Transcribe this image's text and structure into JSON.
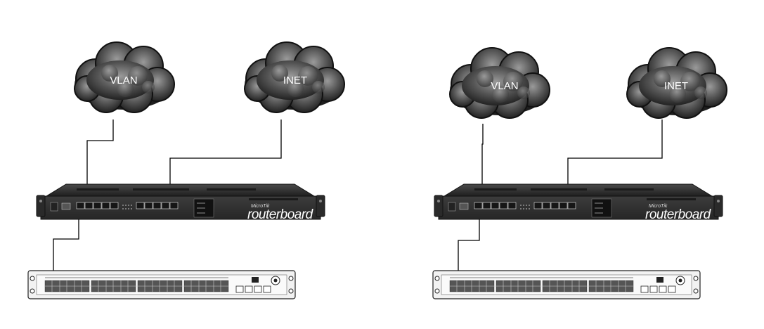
{
  "diagrams": [
    {
      "clouds": [
        {
          "label": "VLAN"
        },
        {
          "label": "INET"
        }
      ],
      "router": {
        "brand": "MicroTik",
        "model": "routerboard"
      }
    },
    {
      "clouds": [
        {
          "label": "VLAN"
        },
        {
          "label": "INET"
        }
      ],
      "router": {
        "brand": "MicroTik",
        "model": "routerboard"
      }
    }
  ],
  "colors": {
    "cloud_dark": "#2c2c2c",
    "cloud_light": "#8a8a8a",
    "router_body": "#3a3a3a",
    "switch_body": "#f2f2f2",
    "cable": "#000000",
    "label": "#ffffff"
  }
}
